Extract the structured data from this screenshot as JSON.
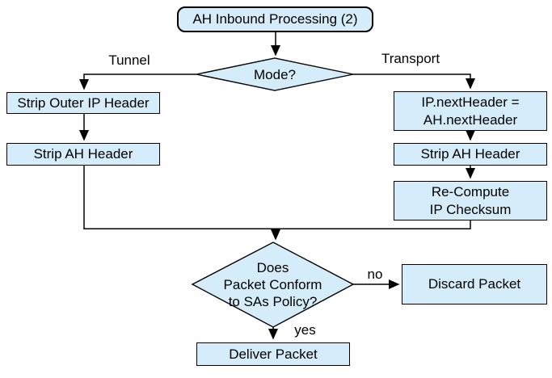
{
  "diagram": {
    "background": "#ffffff",
    "node_fill": "#d5ecfa",
    "node_border": "#000000",
    "text_color": "#000000",
    "nodes": {
      "start": {
        "label": "AH Inbound Processing (2)"
      },
      "mode": {
        "label": "Mode?"
      },
      "strip_outer_ip": {
        "label": "Strip Outer IP Header"
      },
      "strip_ah_tunnel": {
        "label": "Strip AH Header"
      },
      "ip_next_header": {
        "line1": "IP.nextHeader =",
        "line2": "AH.nextHeader"
      },
      "strip_ah_transport": {
        "label": "Strip AH Header"
      },
      "recompute_checksum": {
        "line1": "Re-Compute",
        "line2": "IP Checksum"
      },
      "policy": {
        "line1": "Does",
        "line2": "Packet Conform",
        "line3": "to SAs Policy?"
      },
      "discard": {
        "label": "Discard Packet"
      },
      "deliver": {
        "label": "Deliver Packet"
      }
    },
    "edge_labels": {
      "tunnel": "Tunnel",
      "transport": "Transport",
      "no": "no",
      "yes": "yes"
    }
  }
}
